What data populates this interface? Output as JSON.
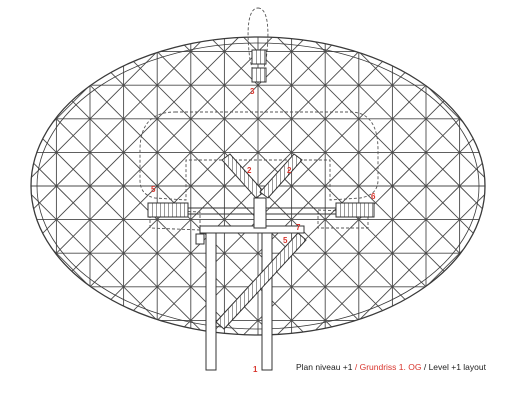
{
  "caption": {
    "part1": "Plan niveau +1",
    "sep1": " / ",
    "part2": "Grundriss 1. OG",
    "sep2": " / ",
    "part3": "Level +1 layout"
  },
  "labels": [
    "1",
    "2",
    "2",
    "3",
    "5",
    "5",
    "6",
    "7"
  ],
  "colors": {
    "line": "#3a3a3a",
    "accent": "#d8342c",
    "text": "#222222",
    "background": "#ffffff"
  }
}
